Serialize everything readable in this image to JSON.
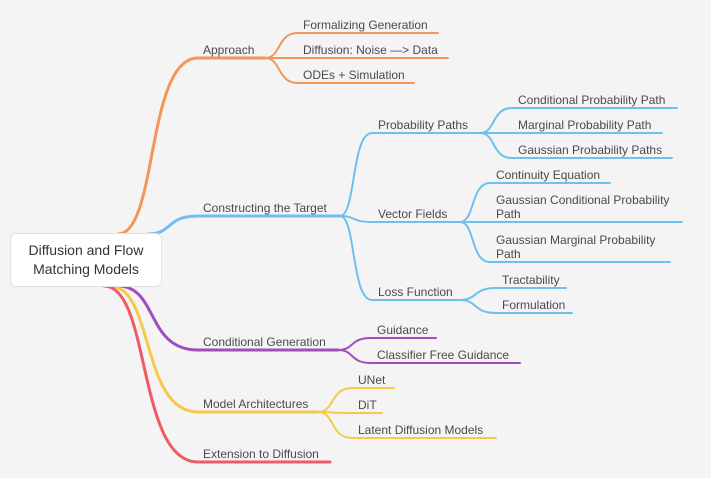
{
  "colors": {
    "orange": "#f4955a",
    "blue": "#6ec0ef",
    "purple": "#a14dbf",
    "yellow": "#f6c94a",
    "red": "#ee5a66"
  },
  "root": {
    "label": "Diffusion and Flow Matching Models"
  },
  "branches": [
    {
      "label": "Approach",
      "color": "orange",
      "children": [
        {
          "label": "Formalizing Generation"
        },
        {
          "label": "Diffusion: Noise —> Data"
        },
        {
          "label": "ODEs + Simulation"
        }
      ]
    },
    {
      "label": "Constructing the Target",
      "color": "blue",
      "children": [
        {
          "label": "Probability Paths",
          "children": [
            {
              "label": "Conditional Probability Path"
            },
            {
              "label": "Marginal Probability Path"
            },
            {
              "label": "Gaussian Probability Paths"
            }
          ]
        },
        {
          "label": "Vector Fields",
          "children": [
            {
              "label": "Continuity Equation"
            },
            {
              "label": "Gaussian Conditional Probability Path"
            },
            {
              "label": "Gaussian Marginal Probability Path"
            }
          ]
        },
        {
          "label": "Loss Function",
          "children": [
            {
              "label": "Tractability"
            },
            {
              "label": "Formulation"
            }
          ]
        }
      ]
    },
    {
      "label": "Conditional Generation",
      "color": "purple",
      "children": [
        {
          "label": "Guidance"
        },
        {
          "label": "Classifier Free Guidance"
        }
      ]
    },
    {
      "label": "Model Architectures",
      "color": "yellow",
      "children": [
        {
          "label": "UNet"
        },
        {
          "label": "DiT"
        },
        {
          "label": "Latent Diffusion Models"
        }
      ]
    },
    {
      "label": "Extension to Diffusion",
      "color": "red",
      "children": []
    }
  ]
}
